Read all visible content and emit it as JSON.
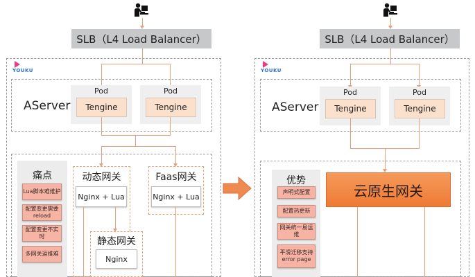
{
  "left": {
    "slb": "SLB（L4 Load Balancer）",
    "logo": "YOUKU",
    "aserver": "AServer",
    "pods": [
      {
        "label": "Pod",
        "tengine": "Tengine"
      },
      {
        "label": "Pod",
        "tengine": "Tengine"
      }
    ],
    "pain_title": "痛点",
    "pain_items": [
      "Lua脚本难维护",
      "配置变更需要reload",
      "配置变更不实时",
      "多网关运维难"
    ],
    "dynamic_title": "动态网关",
    "dynamic_box": "Nginx + Lua",
    "faas_title": "Faas网关",
    "faas_box": "Nginx + Lua",
    "static_title": "静态网关",
    "static_box": "Nginx"
  },
  "right": {
    "slb": "SLB（L4 Load Balancer）",
    "logo": "YOUKU",
    "aserver": "AServer",
    "pods": [
      {
        "label": "Pod",
        "tengine": "Tengine"
      },
      {
        "label": "Pod",
        "tengine": "Tengine"
      }
    ],
    "adv_title": "优势",
    "adv_items": [
      "声明式配置",
      "配置热更新",
      "网关统一易运维",
      "平滑迁移支持error page"
    ],
    "cloud_gateway": "云原生网关"
  },
  "icons": {
    "user": "user-at-computer-icon",
    "transition_arrow": "orange-right-arrow-icon"
  },
  "colors": {
    "orange_line": "#e8a07a",
    "tengine_fill": "#fbe0cb",
    "pain_item_fill": "#f7b4a4",
    "cloud_gateway_fill": "#ee7a35"
  }
}
